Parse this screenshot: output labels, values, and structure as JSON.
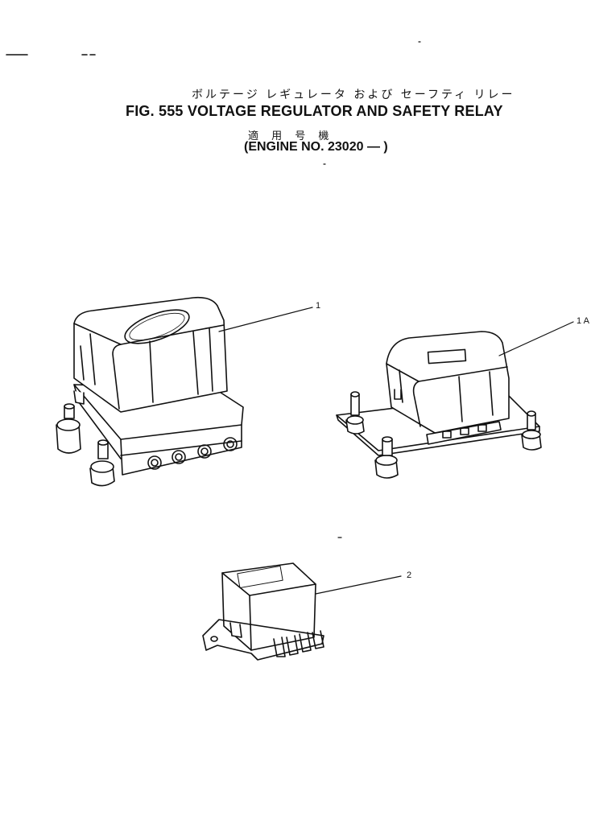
{
  "header": {
    "title_japanese": "ボルテージ レギュレータ および セーフティ リレー",
    "title": "FIG. 555  VOLTAGE REGULATOR AND SAFETY RELAY",
    "applicability_japanese": "適 用 号 機",
    "applicability": "(ENGINE NO. 23020 —  )"
  },
  "parts": [
    {
      "label": "1"
    },
    {
      "label": "1 A"
    },
    {
      "label": "2"
    }
  ]
}
